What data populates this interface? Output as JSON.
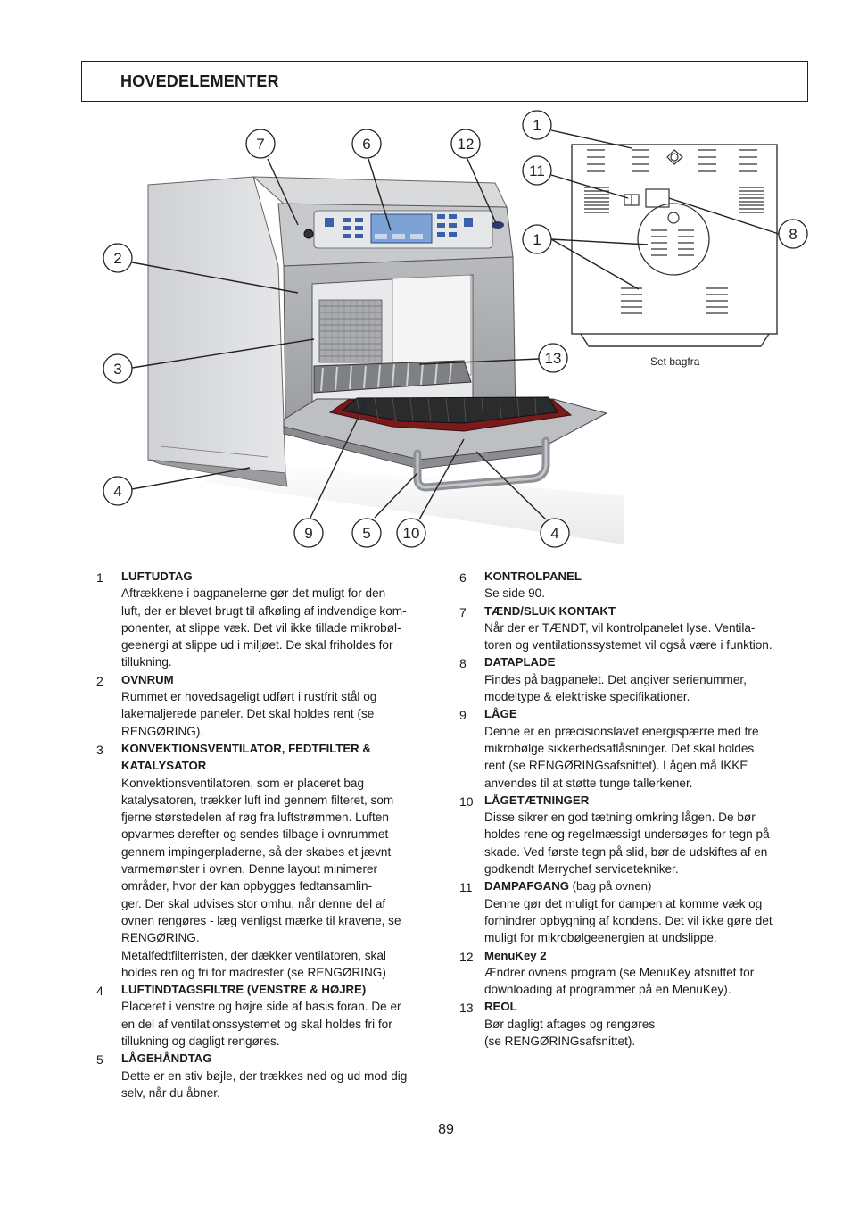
{
  "header": {
    "title": "HOVEDELEMENTER"
  },
  "figure": {
    "rear_caption": "Set bagfra",
    "callouts": [
      "7",
      "6",
      "12",
      "1",
      "11",
      "1",
      "8",
      "2",
      "3",
      "13",
      "4",
      "9",
      "5",
      "10",
      "4"
    ]
  },
  "items_left": [
    {
      "num": "1",
      "title": "LUFTUDTAG",
      "text": [
        "Aftrækkene i bagpanelerne gør det muligt for den",
        "luft, der er blevet brugt til afkøling af indvendige kom-",
        "ponenter, at slippe væk. Det vil ikke tillade mikrobøl-",
        "geenergi at slippe ud i miljøet. De skal friholdes for",
        "tillukning."
      ]
    },
    {
      "num": "2",
      "title": "OVNRUM",
      "text": [
        "Rummet er hovedsageligt udført i rustfrit stål og",
        "lakemaljerede paneler. Det skal holdes rent (se",
        "RENGØRING)."
      ]
    },
    {
      "num": "3",
      "title": "KONVEKTIONSVENTILATOR, FEDTFILTER &",
      "title2": "KATALYSATOR",
      "text": [
        "Konvektionsventilatoren, som er placeret bag",
        "katalysatoren, trækker luft ind gennem filteret, som",
        "fjerne størstedelen af røg fra luftstrømmen. Luften",
        "opvarmes derefter og sendes tilbage i ovnrummet",
        "gennem impingerpladerne, så der skabes et jævnt",
        "varmemønster i ovnen. Denne layout minimerer",
        "områder, hvor der kan opbygges fedtansamlin-",
        "ger. Der skal udvises stor omhu, når denne del af",
        "ovnen rengøres - læg venligst mærke til kravene, se",
        "RENGØRING.",
        "Metalfedtfilterristen, der dækker ventilatoren, skal",
        "holdes ren og fri for madrester (se RENGØRING)"
      ]
    },
    {
      "num": "4",
      "title": "LUFTINDTAGSFILTRE (VENSTRE & HØJRE)",
      "text": [
        "Placeret i venstre og højre side af basis foran. De er",
        "en del af ventilationssystemet og skal holdes fri for",
        "tillukning og dagligt rengøres."
      ]
    },
    {
      "num": "5",
      "title": "LÅGEHÅNDTAG",
      "text": [
        "Dette er en stiv bøjle, der trækkes ned og ud mod dig",
        "selv, når du åbner."
      ]
    }
  ],
  "items_right": [
    {
      "num": "6",
      "title": "KONTROLPANEL",
      "text": [
        "Se side 90."
      ]
    },
    {
      "num": "7",
      "title": "TÆND/SLUK KONTAKT",
      "text": [
        "Når der er TÆNDT, vil kontrolpanelet lyse. Ventila-",
        "toren og ventilationssystemet vil også være i funktion."
      ]
    },
    {
      "num": "8",
      "title": "DATAPLADE",
      "text": [
        "Findes på bagpanelet. Det angiver serienummer,",
        "modeltype & elektriske specifikationer."
      ]
    },
    {
      "num": "9",
      "title": "LÅGE",
      "text": [
        "Denne er en præcisionslavet energispærre med tre",
        "mikrobølge sikkerhedsaflåsninger. Det skal holdes",
        "rent (se RENGØRINGsafsnittet). Lågen må IKKE",
        "anvendes til at støtte tunge tallerkener."
      ]
    },
    {
      "num": "10",
      "title": "LÅGETÆTNINGER",
      "text": [
        "Disse sikrer en god tætning omkring lågen. De bør",
        "holdes rene og regelmæssigt undersøges for tegn på",
        "skade. Ved første tegn på slid, bør de udskiftes af en",
        "godkendt Merrychef servicetekniker."
      ]
    },
    {
      "num": "11",
      "title": "DAMPAFGANG",
      "title_note": " (bag på ovnen)",
      "text": [
        "Denne gør det muligt for dampen at komme væk og",
        "forhindrer opbygning af kondens. Det vil ikke gøre det",
        "muligt for mikrobølgeenergien at undslippe."
      ]
    },
    {
      "num": "12",
      "title": "MenuKey 2",
      "text": [
        "Ændrer ovnens program (se MenuKey afsnittet for",
        "downloading af programmer på en MenuKey)."
      ]
    },
    {
      "num": "13",
      "title": "REOL",
      "text": [
        "Bør dagligt aftages og rengøres",
        "(se RENGØRINGsafsnittet)."
      ]
    }
  ],
  "footer": {
    "page_number": "89"
  }
}
